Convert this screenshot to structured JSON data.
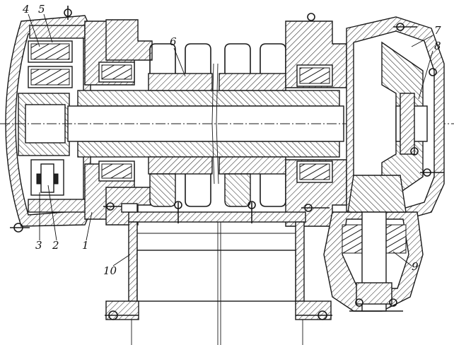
{
  "callouts": {
    "c1": "1",
    "c2": "2",
    "c3": "3",
    "c4": "4",
    "c5": "5",
    "c6": "6",
    "c7": "7",
    "c8": "8",
    "c9": "9",
    "c10": "10"
  },
  "colors": {
    "ink": "#1a1a1a",
    "paper": "#ffffff"
  }
}
